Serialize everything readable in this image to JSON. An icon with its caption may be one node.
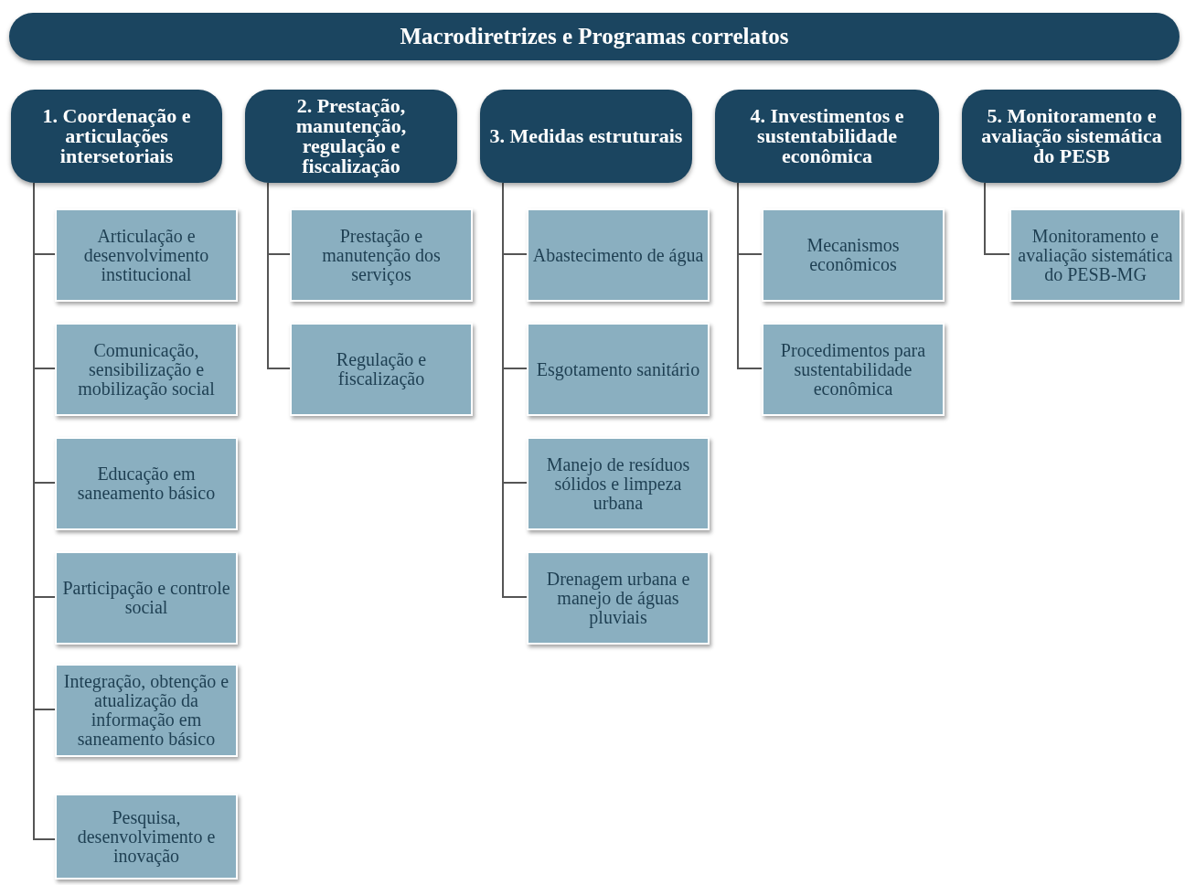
{
  "diagram": {
    "nodes": [
      {
        "text": [
          "Macrodiretrizes e Programas correlatos"
        ]
      },
      {
        "text": [
          "1. Coordenação e articulações intersetoriais"
        ]
      },
      {
        "text": [
          "2. Prestação, manutenção, regulação e fiscalização"
        ]
      },
      {
        "text": [
          "3. Medidas estruturais"
        ]
      },
      {
        "text": [
          "4. Investimentos e sustentabilidade econômica"
        ]
      },
      {
        "text": [
          "5. Monitoramento e avaliação sistemática do PESB"
        ]
      },
      {
        "text": [
          "Articulação e desenvolvimento institucional"
        ]
      },
      {
        "text": [
          "Comunicação, sensibilização e mobilização social"
        ]
      },
      {
        "text": [
          "Educação em saneamento básico"
        ]
      },
      {
        "text": [
          "Participação e controle social"
        ]
      },
      {
        "text": [
          "Integração, obtenção e atualização da informação em saneamento básico"
        ]
      },
      {
        "text": [
          "Pesquisa, desenvolvimento e inovação"
        ]
      },
      {
        "text": [
          "Prestação e manutenção dos serviços"
        ]
      },
      {
        "text": [
          "Regulação e fiscalização"
        ]
      },
      {
        "text": [
          "Abastecimento de água"
        ]
      },
      {
        "text": [
          "Esgotamento sanitário"
        ]
      },
      {
        "text": [
          "Manejo de resíduos sólidos e limpeza urbana"
        ]
      },
      {
        "text": [
          "Drenagem urbana e manejo de águas pluviais"
        ]
      },
      {
        "text": [
          "Mecanismos econômicos"
        ]
      },
      {
        "text": [
          "Procedimentos para sustentabilidade econômica"
        ]
      },
      {
        "text": [
          "Monitoramento e avaliação sistemática do PESB-MG"
        ]
      }
    ],
    "edges": [
      {
        "from": 1,
        "to": 6,
        "arrow": "none"
      },
      {
        "from": 1,
        "to": 7,
        "arrow": "none"
      },
      {
        "from": 1,
        "to": 8,
        "arrow": "none"
      },
      {
        "from": 1,
        "to": 9,
        "arrow": "none"
      },
      {
        "from": 1,
        "to": 10,
        "arrow": "none"
      },
      {
        "from": 1,
        "to": 11,
        "arrow": "none"
      },
      {
        "from": 2,
        "to": 12,
        "arrow": "none"
      },
      {
        "from": 2,
        "to": 13,
        "arrow": "none"
      },
      {
        "from": 3,
        "to": 14,
        "arrow": "none"
      },
      {
        "from": 3,
        "to": 15,
        "arrow": "none"
      },
      {
        "from": 3,
        "to": 16,
        "arrow": "none"
      },
      {
        "from": 3,
        "to": 17,
        "arrow": "none"
      },
      {
        "from": 4,
        "to": 18,
        "arrow": "none"
      },
      {
        "from": 4,
        "to": 19,
        "arrow": "none"
      },
      {
        "from": 5,
        "to": 20,
        "arrow": "none"
      }
    ]
  }
}
